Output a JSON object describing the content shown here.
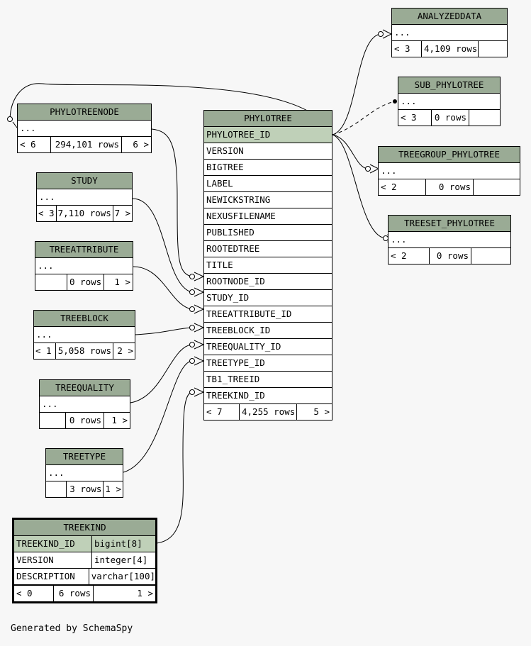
{
  "footer_text": "Generated by SchemaSpy",
  "colors": {
    "header": "#9aab95",
    "primary_key": "#bfd0b8",
    "background": "#f7f7f7"
  },
  "tables": {
    "analyzeddata": {
      "name": "ANALYZEDDATA",
      "body": "...",
      "footer": [
        "< 3",
        "4,109 rows",
        ""
      ]
    },
    "sub_phylotree": {
      "name": "SUB_PHYLOTREE",
      "body": "...",
      "footer": [
        "< 3",
        "0 rows",
        ""
      ]
    },
    "treegroup_phylotree": {
      "name": "TREEGROUP_PHYLOTREE",
      "body": "...",
      "footer": [
        "< 2",
        "0 rows",
        ""
      ]
    },
    "treeset_phylotree": {
      "name": "TREESET_PHYLOTREE",
      "body": "...",
      "footer": [
        "< 2",
        "0 rows",
        ""
      ]
    },
    "phylotreenode": {
      "name": "PHYLOTREENODE",
      "body": "...",
      "footer": [
        "< 6",
        "294,101 rows",
        "6 >"
      ]
    },
    "study": {
      "name": "STUDY",
      "body": "...",
      "footer": [
        "< 3",
        "7,110 rows",
        "7 >"
      ]
    },
    "treeattribute": {
      "name": "TREEATTRIBUTE",
      "body": "...",
      "footer": [
        "",
        "0 rows",
        "1 >"
      ]
    },
    "treeblock": {
      "name": "TREEBLOCK",
      "body": "...",
      "footer": [
        "< 1",
        "5,058 rows",
        "2 >"
      ]
    },
    "treequality": {
      "name": "TREEQUALITY",
      "body": "...",
      "footer": [
        "",
        "0 rows",
        "1 >"
      ]
    },
    "treetype": {
      "name": "TREETYPE",
      "body": "...",
      "footer": [
        "",
        "3 rows",
        "1 >"
      ]
    },
    "phylotree": {
      "name": "PHYLOTREE",
      "columns": [
        "PHYLOTREE_ID",
        "VERSION",
        "BIGTREE",
        "LABEL",
        "NEWICKSTRING",
        "NEXUSFILENAME",
        "PUBLISHED",
        "ROOTEDTREE",
        "TITLE",
        "ROOTNODE_ID",
        "STUDY_ID",
        "TREEATTRIBUTE_ID",
        "TREEBLOCK_ID",
        "TREEQUALITY_ID",
        "TREETYPE_ID",
        "TB1_TREEID",
        "TREEKIND_ID"
      ],
      "footer": [
        "< 7",
        "4,255 rows",
        "5 >"
      ]
    },
    "treekind": {
      "name": "TREEKIND",
      "columns": [
        {
          "name": "TREEKIND_ID",
          "type": "bigint[8]"
        },
        {
          "name": "VERSION",
          "type": "integer[4]"
        },
        {
          "name": "DESCRIPTION",
          "type": "varchar[100]"
        }
      ],
      "footer": [
        "< 0",
        "6 rows",
        "1 >"
      ]
    }
  }
}
